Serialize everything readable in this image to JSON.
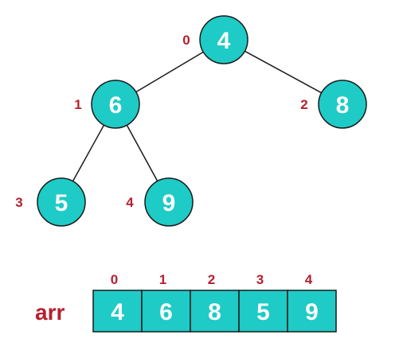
{
  "colors": {
    "node_fill": "#1ecbc6",
    "index_text": "#b5202e",
    "value_text": "#ffffff",
    "outline": "#1a1a1a"
  },
  "tree": {
    "nodes": [
      {
        "index": "0",
        "value": "4"
      },
      {
        "index": "1",
        "value": "6"
      },
      {
        "index": "2",
        "value": "8"
      },
      {
        "index": "3",
        "value": "5"
      },
      {
        "index": "4",
        "value": "9"
      }
    ],
    "edges": [
      [
        0,
        1
      ],
      [
        0,
        2
      ],
      [
        1,
        3
      ],
      [
        1,
        4
      ]
    ]
  },
  "array": {
    "label": "arr",
    "indices": [
      "0",
      "1",
      "2",
      "3",
      "4"
    ],
    "values": [
      "4",
      "6",
      "8",
      "5",
      "9"
    ]
  }
}
